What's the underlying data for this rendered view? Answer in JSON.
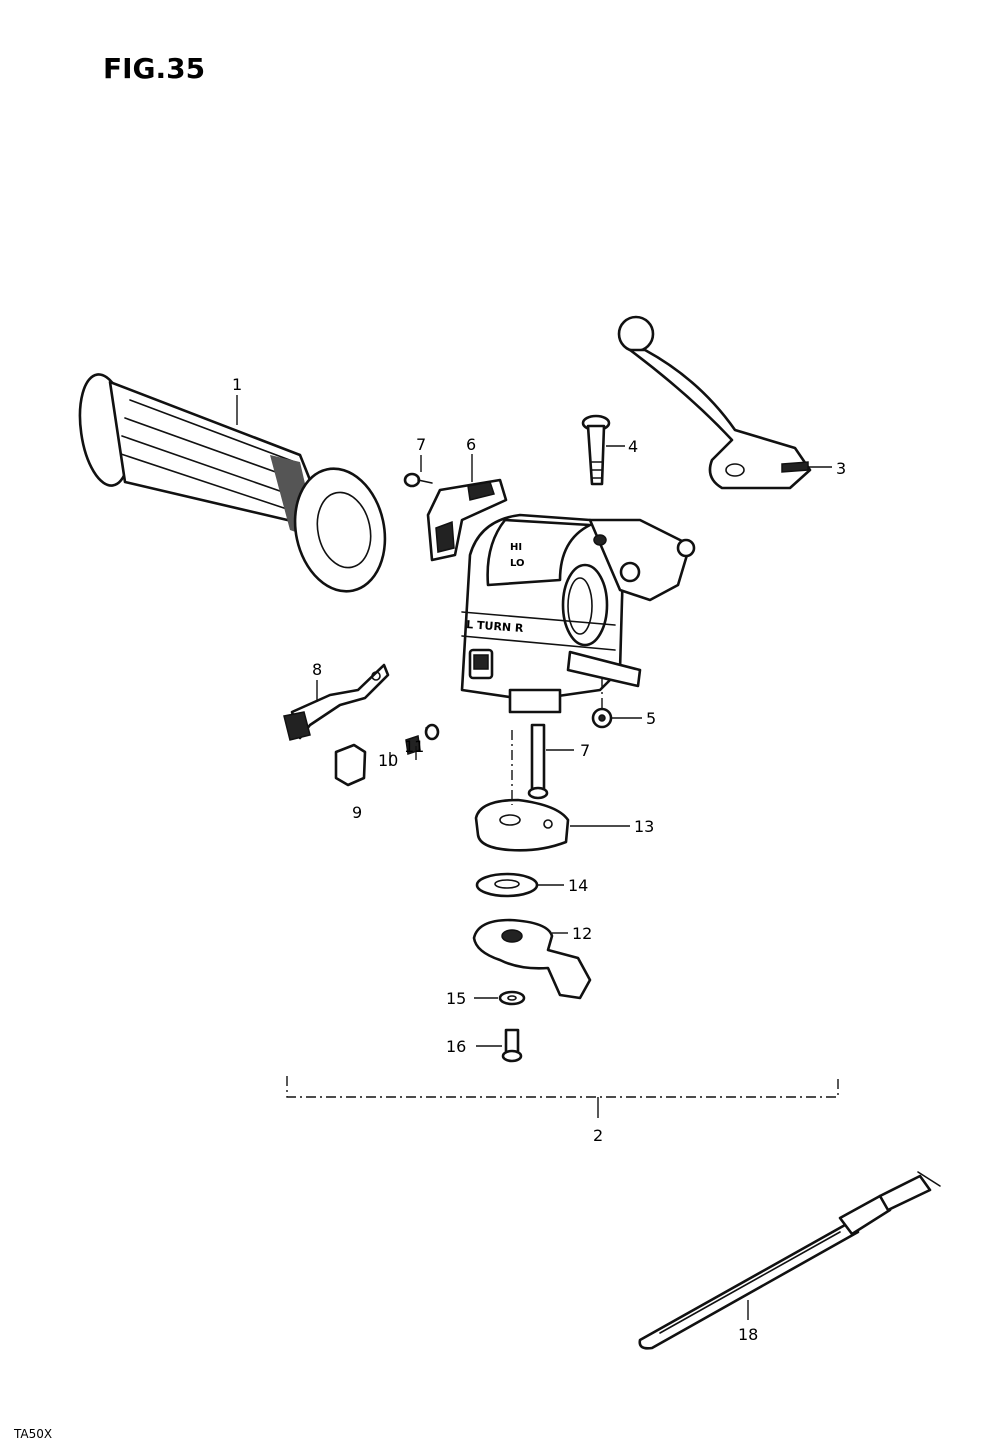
{
  "figure": {
    "title": "FIG.35",
    "footer_code": "TA50X"
  },
  "callouts": {
    "c1": "1",
    "c2": "2",
    "c3": "3",
    "c4": "4",
    "c5": "5",
    "c6": "6",
    "c7a": "7",
    "c7b": "7",
    "c8": "8",
    "c9": "9",
    "c10": "10",
    "c11": "11",
    "c12": "12",
    "c13": "13",
    "c14": "14",
    "c15": "15",
    "c16": "16",
    "c18": "18"
  },
  "switch_housing_markings": {
    "turn_label": "L TURN R",
    "dimmer_hi": "HI",
    "dimmer_lo": "LO"
  }
}
